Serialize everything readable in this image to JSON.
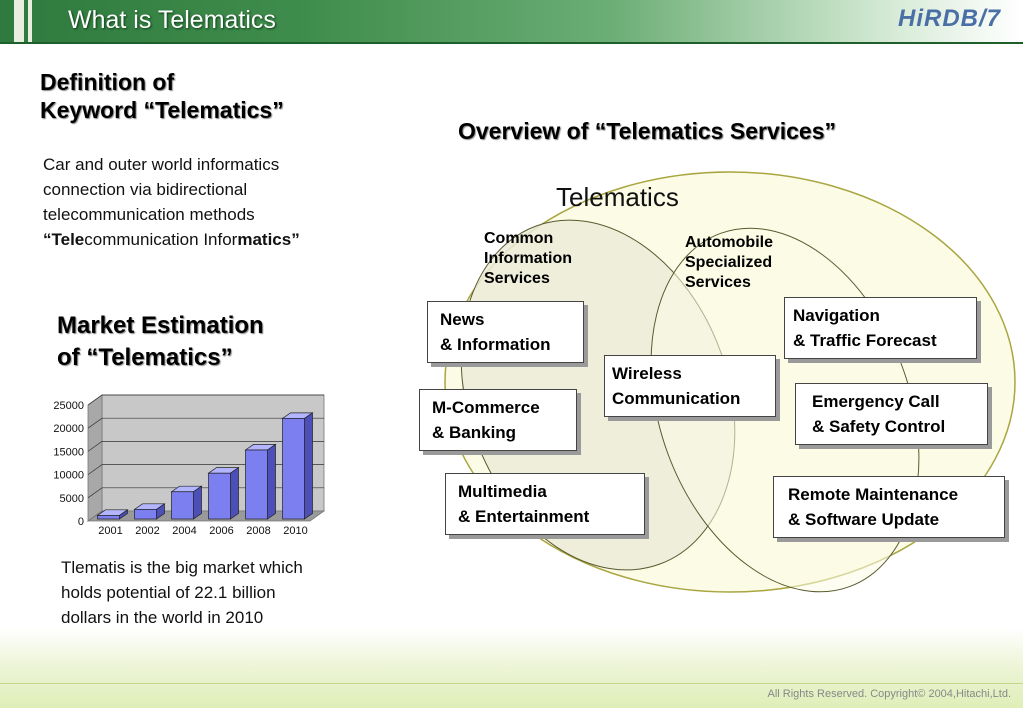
{
  "header": {
    "title": "What is Telematics",
    "logo": "HiRDB/7"
  },
  "definition": {
    "heading_line1": "Definition of",
    "heading_line2": "Keyword “Telematics”",
    "lines": [
      "Car and outer world informatics",
      "connection via bidirectional",
      "telecommunication methods"
    ],
    "acronym": {
      "q_open": "“",
      "b1": "Tele",
      "n1": "communication Infor",
      "b2": "matics",
      "q_close": "”"
    }
  },
  "market": {
    "heading_line1": "Market Estimation",
    "heading_line2": "of  “Telematics”",
    "desc_lines": [
      "Tlematis is the big market which",
      "holds potential of 22.1 billion",
      "dollars in the world in 2010"
    ]
  },
  "overview": {
    "title": "Overview of “Telematics Services”",
    "telematics_label": "Telematics",
    "common_label": [
      "Common",
      "Information",
      "Services"
    ],
    "auto_label": [
      "Automobile",
      "Specialized",
      "Services"
    ],
    "boxes": {
      "news": [
        "News",
        "& Information"
      ],
      "mcommerce": [
        "M-Commerce",
        "& Banking"
      ],
      "multimedia": [
        "Multimedia",
        "& Entertainment"
      ],
      "wireless": [
        "Wireless",
        "Communication"
      ],
      "navigation": [
        "Navigation",
        "& Traffic Forecast"
      ],
      "emergency": [
        "Emergency Call",
        "& Safety Control"
      ],
      "remote": [
        "Remote Maintenance",
        "& Software Update"
      ]
    }
  },
  "footer": {
    "copyright": "All Rights Reserved. Copyright© 2004,Hitachi,Ltd."
  },
  "chart_data": {
    "type": "bar",
    "categories": [
      "2001",
      "2002",
      "2004",
      "2006",
      "2008",
      "2010"
    ],
    "values": [
      1200,
      2500,
      6300,
      10300,
      15300,
      22100
    ],
    "yticks": [
      "0",
      "5000",
      "10000",
      "15000",
      "20000",
      "25000"
    ],
    "ylim": [
      0,
      25000
    ],
    "grid": true,
    "bar_color": "#7b7ff0"
  }
}
